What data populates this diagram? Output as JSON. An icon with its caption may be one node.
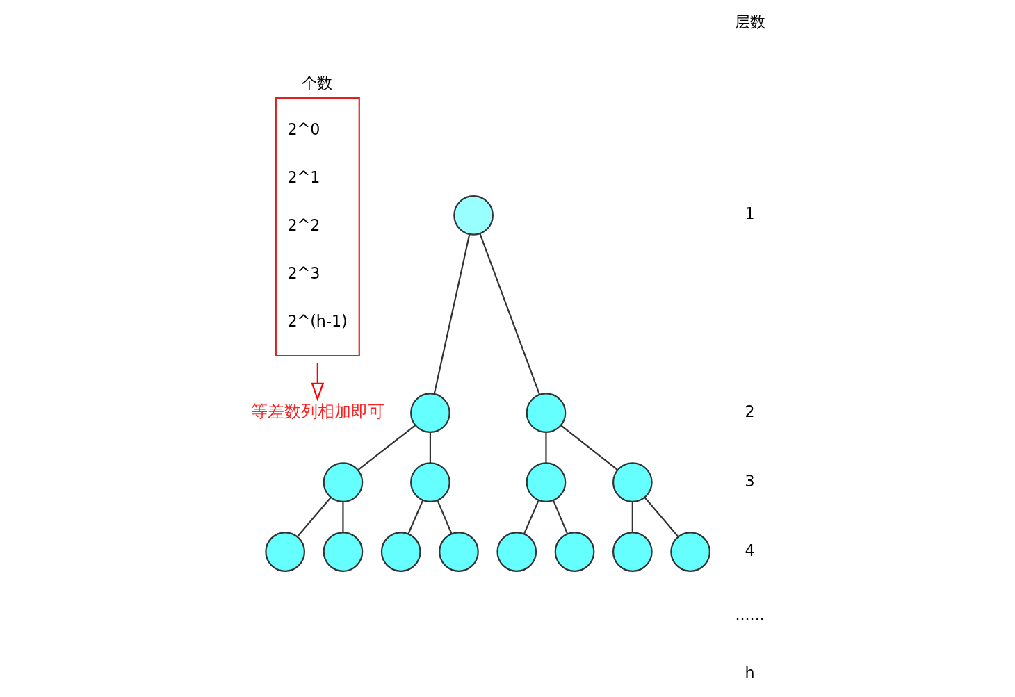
{
  "diagram": {
    "nodes": [
      {
        "text": [
          "个数",
          "2^0",
          "2^1",
          "2^2",
          "2^3",
          "2^(h-1)"
        ]
      },
      {
        "text": [
          "等差数列相加即可"
        ]
      },
      {
        "text": [],
        "shape": "circle"
      },
      {
        "text": [],
        "shape": "circle"
      },
      {
        "text": [],
        "shape": "circle"
      },
      {
        "text": [],
        "shape": "circle"
      },
      {
        "text": [],
        "shape": "circle"
      },
      {
        "text": [],
        "shape": "circle"
      },
      {
        "text": [],
        "shape": "circle"
      },
      {
        "text": [],
        "shape": "circle"
      },
      {
        "text": [],
        "shape": "circle"
      },
      {
        "text": [],
        "shape": "circle"
      },
      {
        "text": [],
        "shape": "circle"
      },
      {
        "text": [],
        "shape": "circle"
      },
      {
        "text": [],
        "shape": "circle"
      },
      {
        "text": [],
        "shape": "circle"
      },
      {
        "text": [],
        "shape": "circle"
      }
    ],
    "edges": [
      {
        "from": 0,
        "to": 1,
        "arrow": "to",
        "color": "#ff0000"
      },
      {
        "from": 2,
        "to": 3,
        "arrow": "none"
      },
      {
        "from": 2,
        "to": 4,
        "arrow": "none"
      },
      {
        "from": 3,
        "to": 5,
        "arrow": "none"
      },
      {
        "from": 3,
        "to": 6,
        "arrow": "none"
      },
      {
        "from": 4,
        "to": 7,
        "arrow": "none"
      },
      {
        "from": 4,
        "to": 8,
        "arrow": "none"
      },
      {
        "from": 5,
        "to": 9,
        "arrow": "none"
      },
      {
        "from": 5,
        "to": 10,
        "arrow": "none"
      },
      {
        "from": 6,
        "to": 11,
        "arrow": "none"
      },
      {
        "from": 6,
        "to": 12,
        "arrow": "none"
      },
      {
        "from": 7,
        "to": 13,
        "arrow": "none"
      },
      {
        "from": 7,
        "to": 14,
        "arrow": "none"
      },
      {
        "from": 8,
        "to": 15,
        "arrow": "none"
      },
      {
        "from": 8,
        "to": 16,
        "arrow": "none"
      }
    ],
    "labels": [
      "层数",
      "1",
      "2",
      "3",
      "4",
      "......",
      "h"
    ]
  }
}
